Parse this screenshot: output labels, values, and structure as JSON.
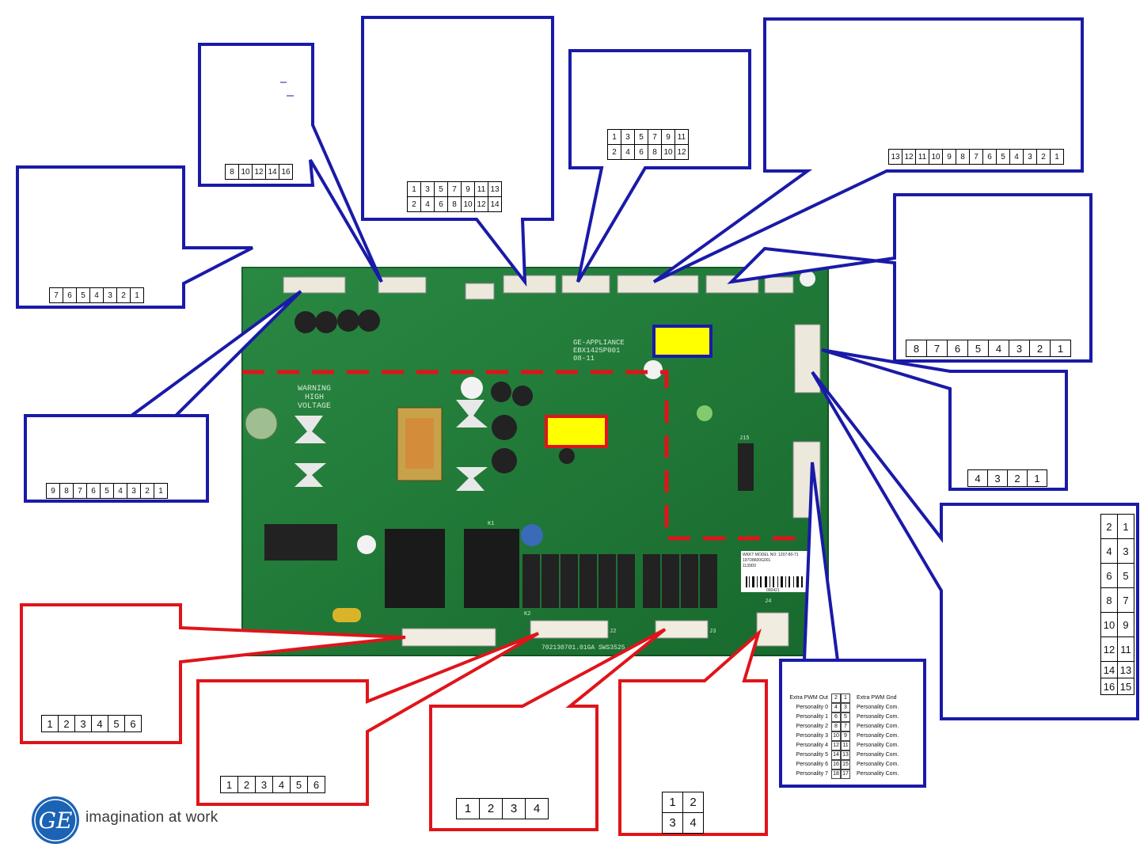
{
  "board": {
    "warning_line1": "WARNING",
    "warning_line2": "HIGH VOLTAGE",
    "maker_line1": "GE-APPLIANCE",
    "maker_line2": "EBX1425P001",
    "maker_line3": "08-11",
    "part_number": "702130701.01GA",
    "sws_code": "SWS3525",
    "label_model": "WKKT MODEL NO: 1207-80-71",
    "label_part": "197D8600G001",
    "label_code": "1139D0",
    "label_serial": "000421",
    "connector_j2": "J2",
    "connector_j3": "J3",
    "connector_j4": "J4",
    "connector_j15": "J15",
    "relay_k1": "K1",
    "relay_k2": "K2"
  },
  "connectors": {
    "c_9pin": [
      "9",
      "8",
      "7",
      "6",
      "5",
      "4",
      "3",
      "2",
      "1"
    ],
    "c_7pin": [
      "7",
      "6",
      "5",
      "4",
      "3",
      "2",
      "1"
    ],
    "c_even": [
      "8",
      "10",
      "12",
      "14",
      "16"
    ],
    "c_14_top": [
      "1",
      "3",
      "5",
      "7",
      "9",
      "11",
      "13"
    ],
    "c_14_bot": [
      "2",
      "4",
      "6",
      "8",
      "10",
      "12",
      "14"
    ],
    "c_12_top": [
      "1",
      "3",
      "5",
      "7",
      "9",
      "11"
    ],
    "c_12_bot": [
      "2",
      "4",
      "6",
      "8",
      "10",
      "12"
    ],
    "c_13pin": [
      "13",
      "12",
      "11",
      "10",
      "9",
      "8",
      "7",
      "6",
      "5",
      "4",
      "3",
      "2",
      "1"
    ],
    "c_8pin": [
      "8",
      "7",
      "6",
      "5",
      "4",
      "3",
      "2",
      "1"
    ],
    "c_4pin": [
      "4",
      "3",
      "2",
      "1"
    ],
    "c_16_rows": [
      [
        "2",
        "1"
      ],
      [
        "4",
        "3"
      ],
      [
        "6",
        "5"
      ],
      [
        "8",
        "7"
      ],
      [
        "10",
        "9"
      ],
      [
        "12",
        "11"
      ],
      [
        "14",
        "13"
      ],
      [
        "16",
        "15"
      ]
    ],
    "c_6pin_a": [
      "1",
      "2",
      "3",
      "4",
      "5",
      "6"
    ],
    "c_6pin_b": [
      "1",
      "2",
      "3",
      "4",
      "5",
      "6"
    ],
    "c_4pin_j3": [
      "1",
      "2",
      "3",
      "4"
    ],
    "c_j4_rows": [
      [
        "1",
        "2"
      ],
      [
        "3",
        "4"
      ]
    ]
  },
  "pinmap": {
    "rows": [
      {
        "left": "Extra PWM Out",
        "p1": "2",
        "p2": "1",
        "right": "Extra PWM Gnd"
      },
      {
        "left": "Personality 0",
        "p1": "4",
        "p2": "3",
        "right": "Personality Com."
      },
      {
        "left": "Personality 1",
        "p1": "6",
        "p2": "5",
        "right": "Personality Com."
      },
      {
        "left": "Personality 2",
        "p1": "8",
        "p2": "7",
        "right": "Personality Com."
      },
      {
        "left": "Personality 3",
        "p1": "10",
        "p2": "9",
        "right": "Personality Com."
      },
      {
        "left": "Personality 4",
        "p1": "12",
        "p2": "11",
        "right": "Personality Com."
      },
      {
        "left": "Personality 5",
        "p1": "14",
        "p2": "13",
        "right": "Personality Com."
      },
      {
        "left": "Personality 6",
        "p1": "16",
        "p2": "15",
        "right": "Personality Com."
      },
      {
        "left": "Personality 7",
        "p1": "18",
        "p2": "17",
        "right": "Personality Com."
      }
    ]
  },
  "logo": {
    "mark": "GE",
    "tagline": "imagination at work"
  },
  "colors": {
    "low_voltage": "#1a1aa8",
    "high_voltage": "#e0141a",
    "board": "#1e7a36",
    "marker": "#ffff00"
  }
}
